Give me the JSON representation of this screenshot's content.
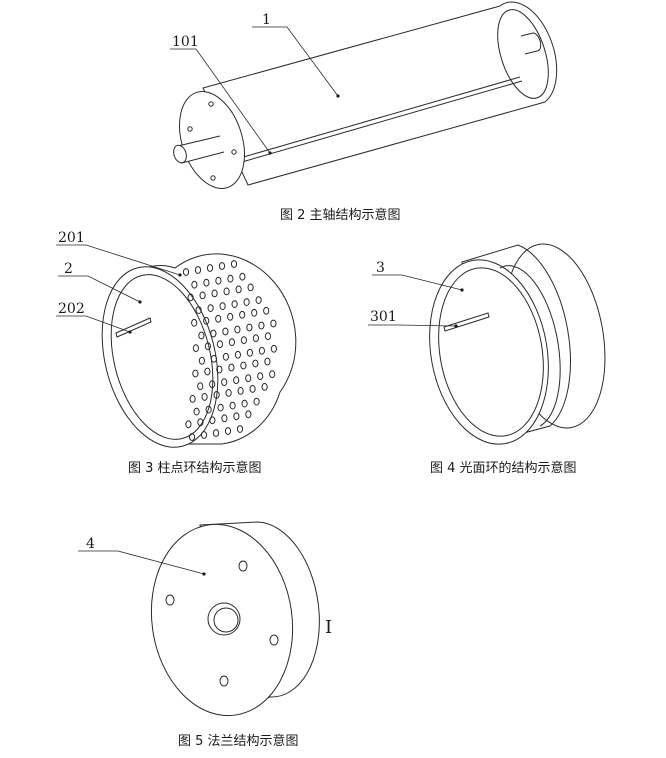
{
  "figures": {
    "fig2": {
      "caption": "图 2  主轴结构示意图",
      "labels": {
        "main": "1",
        "groove": "101"
      }
    },
    "fig3": {
      "caption": "图 3  柱点环结构示意图",
      "labels": {
        "dots": "201",
        "ring": "2",
        "slot": "202"
      }
    },
    "fig4": {
      "caption": "图 4  光面环的结构示意图",
      "labels": {
        "ring": "3",
        "slot": "301"
      }
    },
    "fig5": {
      "caption": "图 5  法兰结构示意图",
      "labels": {
        "flange": "4"
      }
    }
  },
  "cursor": {
    "glyph": "I"
  },
  "icons": {
    "text_cursor": "text-cursor-icon"
  }
}
